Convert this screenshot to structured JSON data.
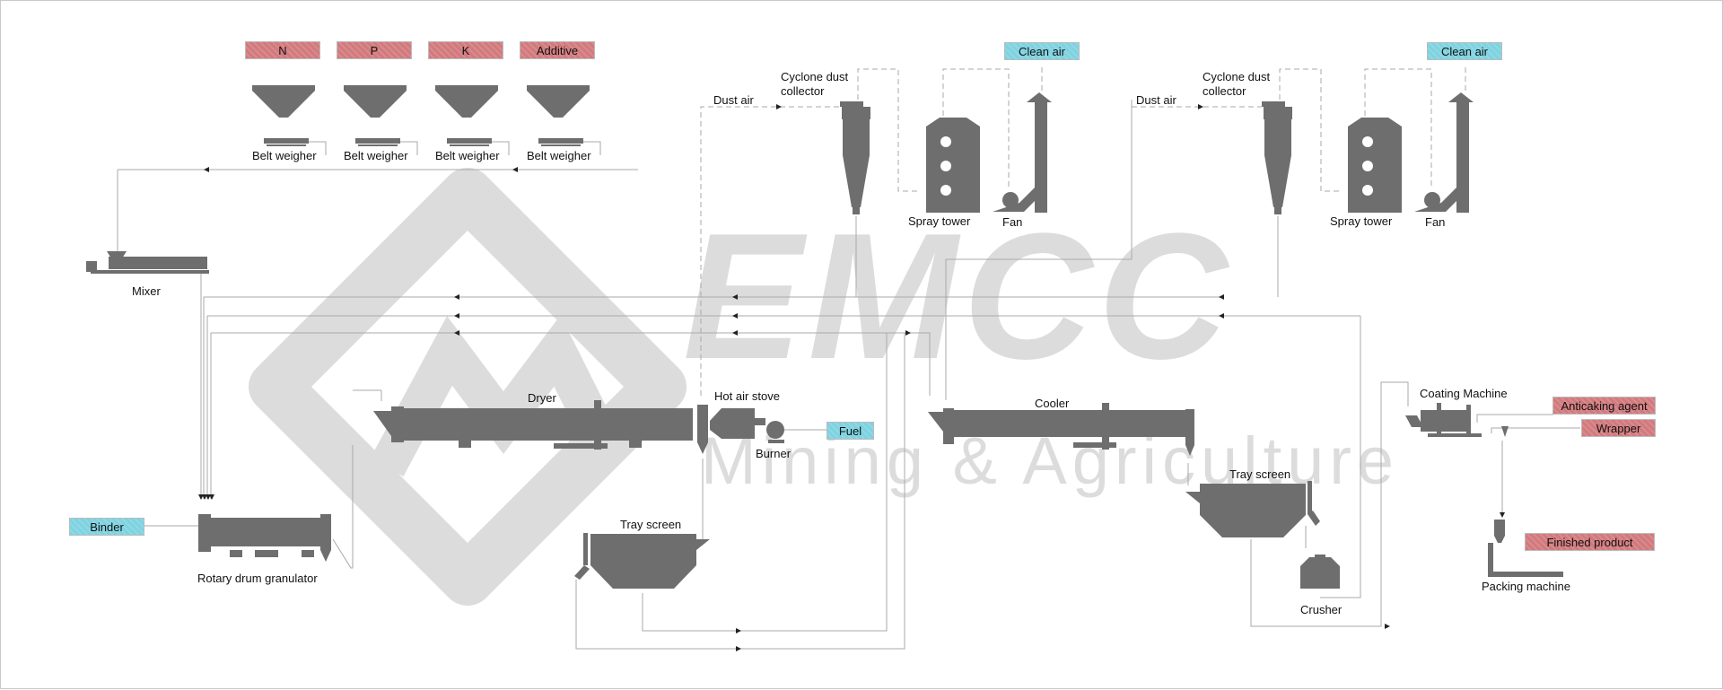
{
  "watermark": {
    "brand": "EMCC",
    "tagline": "Mining & Agriculture"
  },
  "colors": {
    "raw_material_box": "#d17a7e",
    "utility_box": "#7fd2e0",
    "equipment": "#6e6e6e",
    "flow_line": "#b0b0b0",
    "watermark": "#dcdcdc"
  },
  "raw_materials": [
    {
      "label": "N"
    },
    {
      "label": "P"
    },
    {
      "label": "K"
    },
    {
      "label": "Additive"
    }
  ],
  "belt_weighers": [
    {
      "label": "Belt weigher"
    },
    {
      "label": "Belt weigher"
    },
    {
      "label": "Belt weigher"
    },
    {
      "label": "Belt weigher"
    }
  ],
  "equipment": {
    "mixer": "Mixer",
    "granulator": "Rotary drum granulator",
    "dryer": "Dryer",
    "hot_air_stove": "Hot air stove",
    "burner": "Burner",
    "tray_screen_1": "Tray screen",
    "cooler": "Cooler",
    "tray_screen_2": "Tray screen",
    "crusher": "Crusher",
    "coating_machine": "Coating Machine",
    "packing_machine": "Packing machine"
  },
  "dust_system_1": {
    "dust_air": "Dust air",
    "cyclone": "Cyclone dust\ncollector",
    "cyclone_line1": "Cyclone dust",
    "cyclone_line2": "collector",
    "spray_tower": "Spray tower",
    "fan": "Fan",
    "clean_air": "Clean air"
  },
  "dust_system_2": {
    "dust_air": "Dust air",
    "cyclone_line1": "Cyclone dust",
    "cyclone_line2": "collector",
    "spray_tower": "Spray tower",
    "fan": "Fan",
    "clean_air": "Clean air"
  },
  "inputs": {
    "binder": "Binder",
    "fuel": "Fuel",
    "anticaking": "Anticaking agent",
    "wrapper": "Wrapper",
    "finished_product": "Finished product"
  }
}
